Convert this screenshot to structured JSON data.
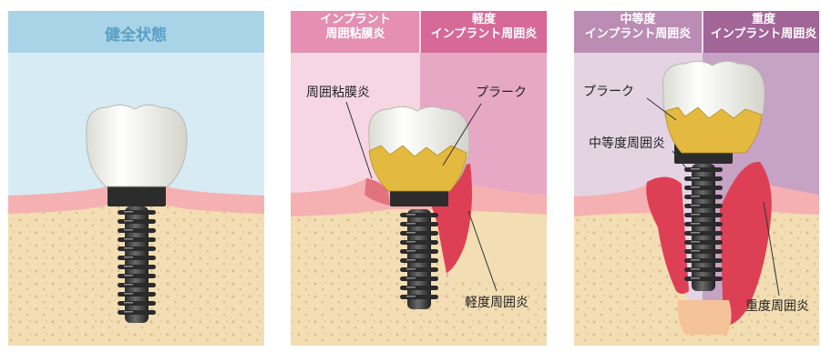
{
  "panels": [
    {
      "headers": [
        "健全状態"
      ],
      "colors": {
        "header": "#a9d3e6",
        "header_text": "#5a9fc4",
        "bg": "#d7ebf4"
      },
      "labels": []
    },
    {
      "headers": [
        "インプラント\n周囲粘膜炎",
        "軽度\nインプラント周囲炎"
      ],
      "colors": {
        "header_left": "#e58fb2",
        "header_right": "#d66997",
        "bg_left": "#f6d6e3",
        "bg_right": "#e7a8c5"
      },
      "labels": [
        "周囲粘膜炎",
        "プラーク",
        "軽度周囲炎"
      ]
    },
    {
      "headers": [
        "中等度\nインプラント周囲炎",
        "重度\nインプラント周囲炎"
      ],
      "colors": {
        "header_left": "#bb8cb4",
        "header_right": "#a16597",
        "bg_left": "#e3d3e3",
        "bg_right": "#c6a2c4"
      },
      "labels": [
        "プラーク",
        "中等度周囲炎",
        "重度周囲炎"
      ]
    }
  ],
  "palette": {
    "bone": "#f3ddb3",
    "bone_dot": "#dcc18f",
    "gum": "#f5b0b2",
    "inflamed": "#dd4055",
    "crown": "#fbfbf6",
    "plaque": "#e3b93f",
    "screw": "#3c3c3c"
  }
}
